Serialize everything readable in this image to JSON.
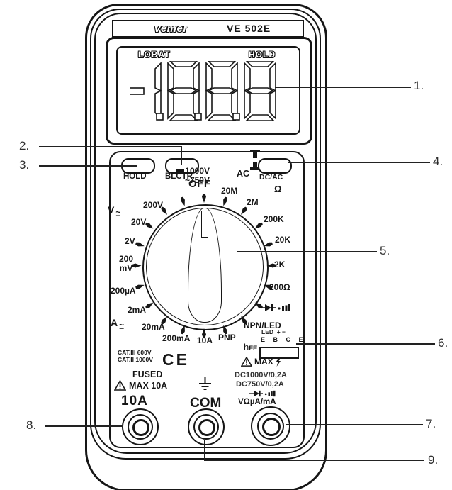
{
  "device": {
    "brand_logo": "vemer",
    "model": "VE 502E"
  },
  "lcd": {
    "annunciator_left": "LOBAT",
    "annunciator_right": "HOLD",
    "reading": "-1888"
  },
  "buttons": {
    "hold": "HOLD",
    "backlight": "BLCTR",
    "ac_label": "AC",
    "dcac": "DC/AC"
  },
  "dial": {
    "off": "OFF",
    "omega": "Ω",
    "volt_label": "V",
    "amp_label": "A",
    "acdc_tilde": "~",
    "acdc_bar": "−",
    "v1000": "1000V",
    "v750": "~750V",
    "v200": "200V",
    "v20": "20V",
    "v2": "2V",
    "mv_value": "200",
    "mv_unit": "mV",
    "ua200": "200µA",
    "ma2": "2mA",
    "ma20": "20mA",
    "ma200": "200mA",
    "a10": "10A",
    "pnp": "PNP",
    "npn_led": "NPN/LED",
    "ohm200": "200Ω",
    "k2": "2K",
    "k20": "20K",
    "k200": "200K",
    "m2": "2M",
    "m20": "20M"
  },
  "hfe": {
    "prefix": "h",
    "suffix": "FE",
    "led": "LED",
    "polarity": "+ −",
    "pins": "E B C E"
  },
  "markings": {
    "cat_a": "CAT.III 600V",
    "cat_b": "CAT.II 1000V",
    "ce": "CE",
    "fused": "FUSED",
    "max": "MAX 10A"
  },
  "warnings": {
    "max": "MAX",
    "line1": "DC1000V/0,2A",
    "line2": "DC750V/0,2A",
    "jack_label": "VΩµA/mA"
  },
  "jacks": {
    "current": "10A",
    "common": "COM"
  },
  "callouts": [
    "1.",
    "2.",
    "3.",
    "4.",
    "5.",
    "6.",
    "7.",
    "8.",
    "9."
  ]
}
